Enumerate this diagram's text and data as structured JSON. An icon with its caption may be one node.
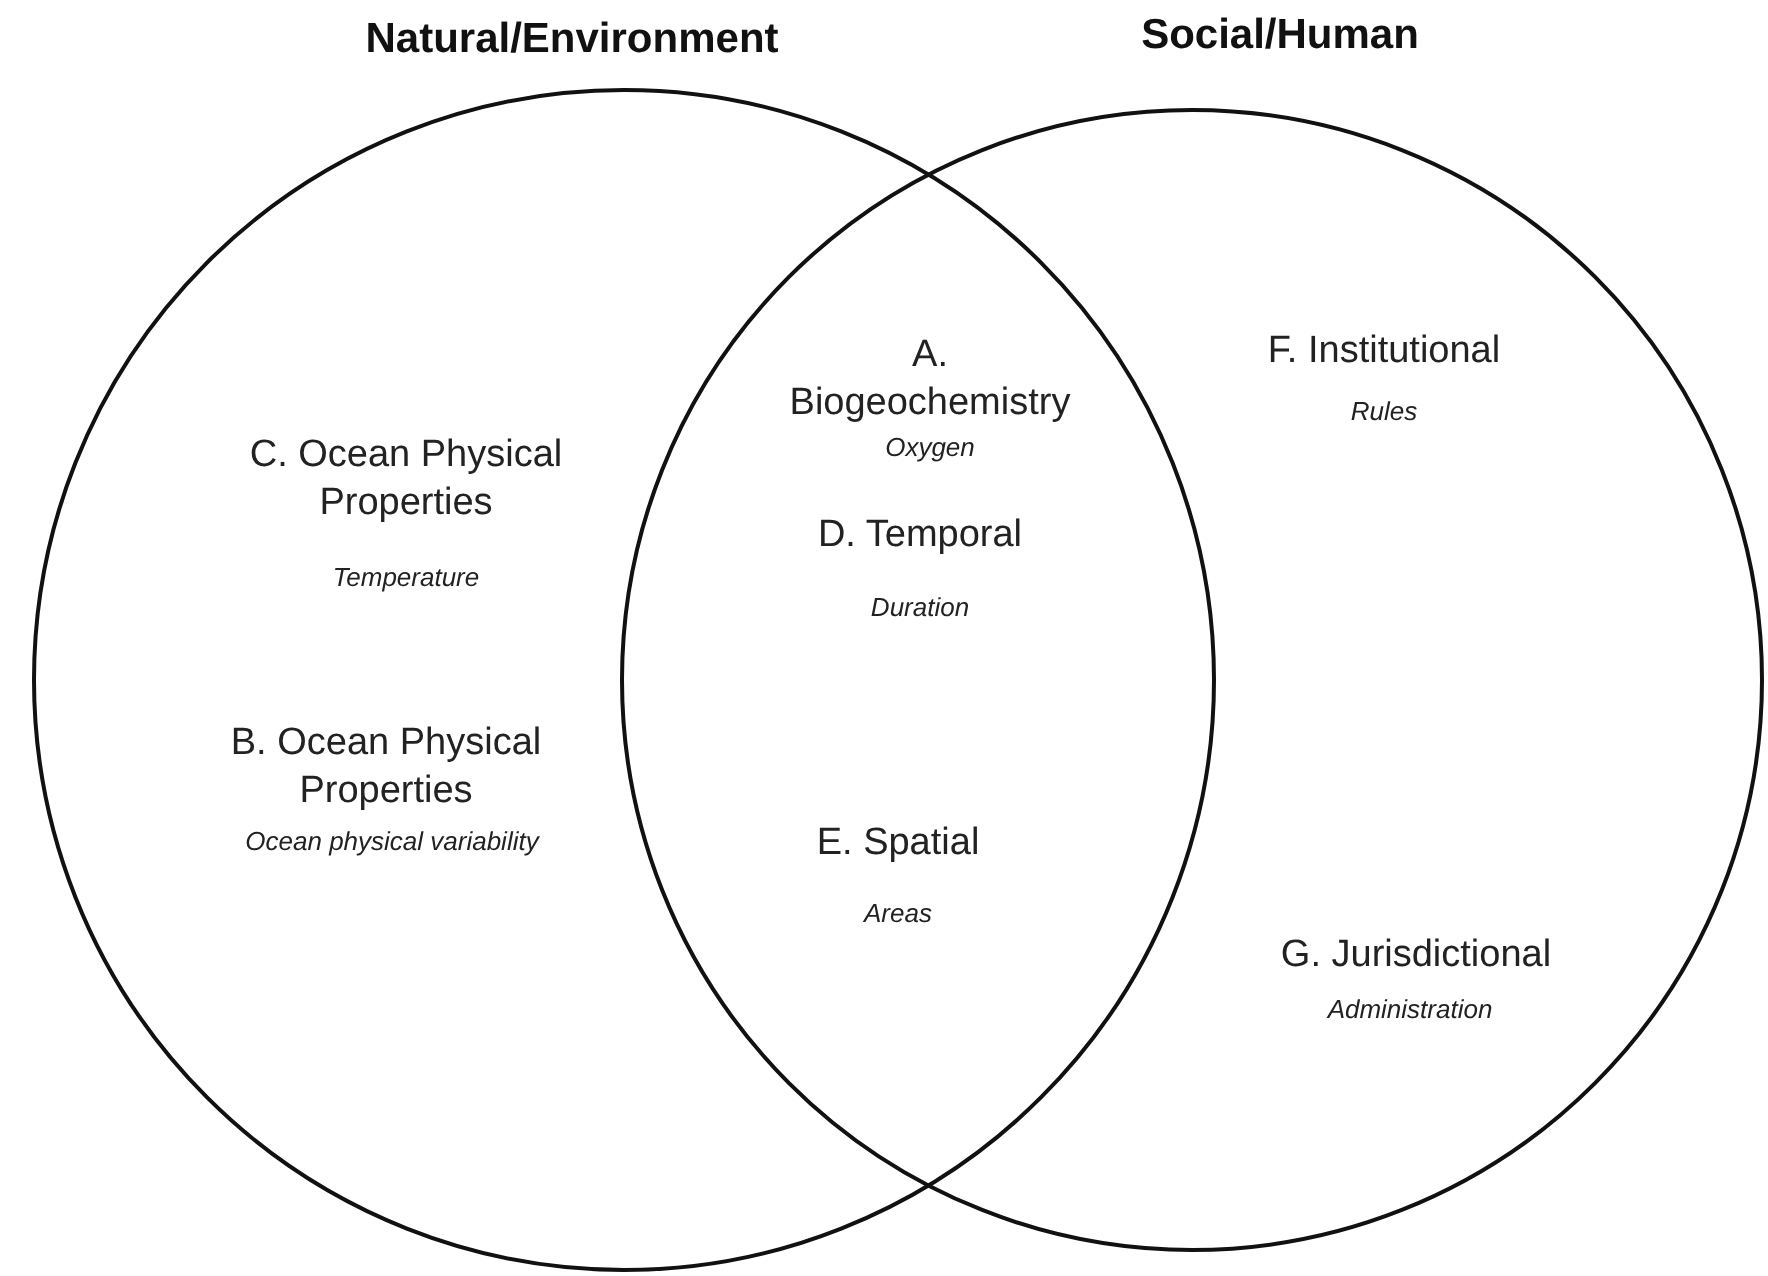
{
  "diagram": {
    "nodes": [
      {
        "text": [
          "Natural/Environment"
        ]
      },
      {
        "text": [
          "Social/Human"
        ]
      }
    ],
    "edges": [],
    "labels": [
      "A. Biogeochemistry",
      "Oxygen",
      "F. Institutional",
      "Rules",
      "C. Ocean Physical Properties",
      "Temperature",
      "D. Temporal",
      "Duration",
      "B. Ocean Physical Properties",
      "Ocean physical variability",
      "E. Spatial",
      "Areas",
      "G. Jurisdictional",
      "Administration"
    ]
  }
}
